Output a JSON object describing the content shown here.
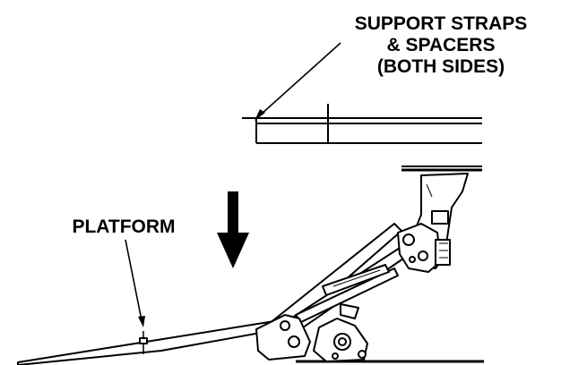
{
  "labels": {
    "support_straps": [
      "SUPPORT STRAPS",
      "& SPACERS",
      "(BOTH SIDES)"
    ],
    "platform": "PLATFORM"
  },
  "colors": {
    "ink": "#000000",
    "paper": "#ffffff"
  },
  "icons": {
    "down_arrow": "down-arrow-icon"
  }
}
